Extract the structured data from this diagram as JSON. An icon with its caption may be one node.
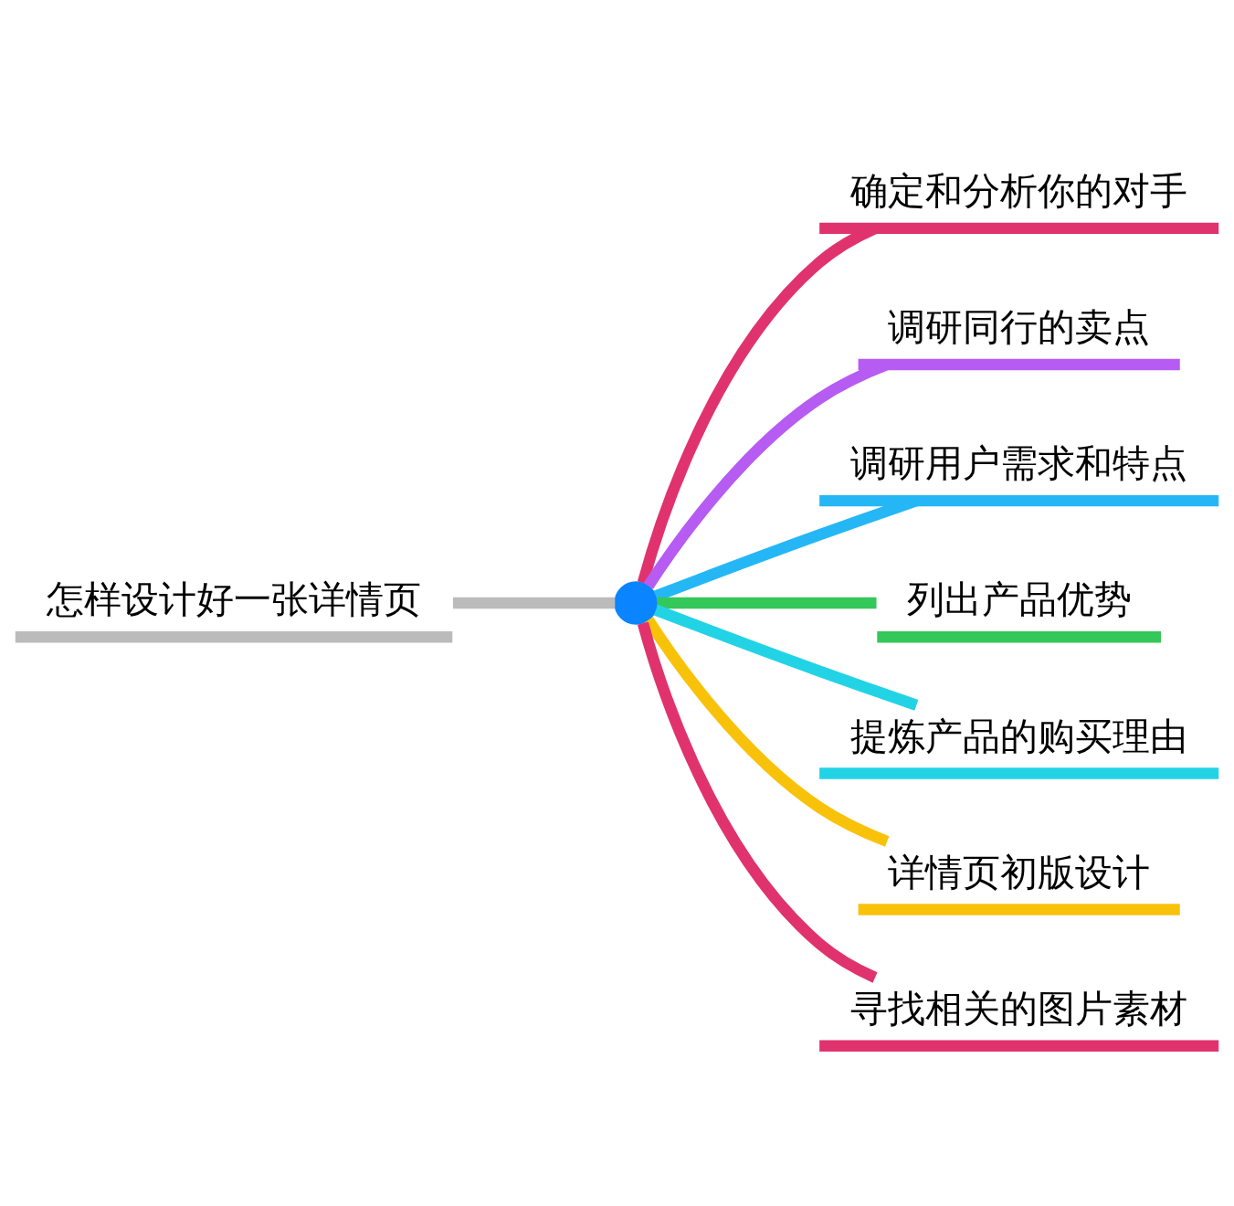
{
  "diagram": {
    "nodes": [
      {
        "text": [
          "怎样设计好一张详情页"
        ]
      },
      {
        "text": [],
        "shape": "circle"
      },
      {
        "text": [
          "确定和分析你的对手"
        ]
      },
      {
        "text": [
          "调研同行的卖点"
        ]
      },
      {
        "text": [
          "调研用户需求和特点"
        ]
      },
      {
        "text": [
          "列出产品优势"
        ]
      },
      {
        "text": [
          "提炼产品的购买理由"
        ]
      },
      {
        "text": [
          "详情页初版设计"
        ]
      },
      {
        "text": [
          "寻找相关的图片素材"
        ]
      }
    ],
    "edges": [
      {
        "from": 0,
        "to": 1,
        "arrow": "none",
        "color": "#bbbbbb"
      },
      {
        "from": 1,
        "to": 2,
        "arrow": "none",
        "color": "#e0336e"
      },
      {
        "from": 1,
        "to": 3,
        "arrow": "none",
        "color": "#b65cf2"
      },
      {
        "from": 1,
        "to": 4,
        "arrow": "none",
        "color": "#25b7f5"
      },
      {
        "from": 1,
        "to": 5,
        "arrow": "none",
        "color": "#34c759"
      },
      {
        "from": 1,
        "to": 6,
        "arrow": "none",
        "color": "#22d3e6"
      },
      {
        "from": 1,
        "to": 7,
        "arrow": "none",
        "color": "#f9c20a"
      },
      {
        "from": 1,
        "to": 8,
        "arrow": "none",
        "color": "#e0336e"
      }
    ]
  }
}
